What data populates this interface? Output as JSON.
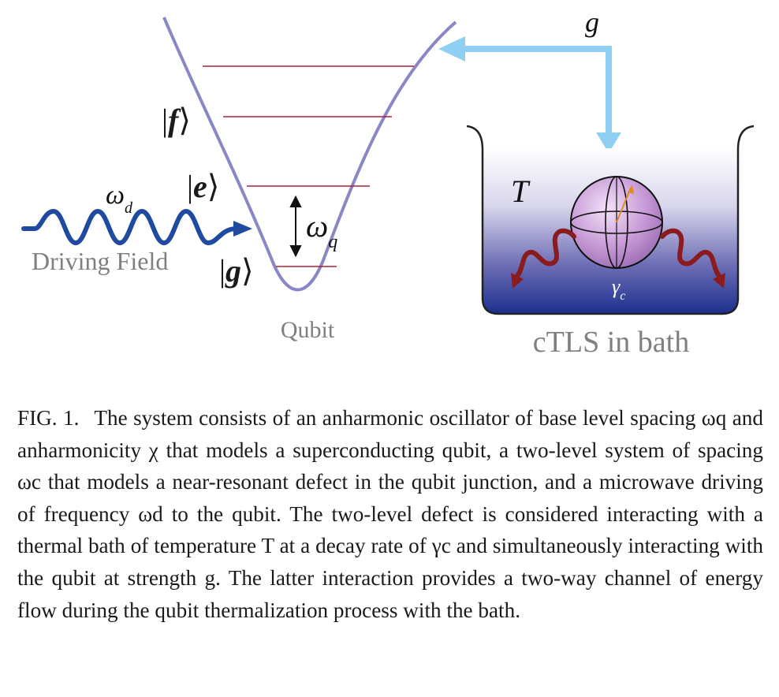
{
  "figure": {
    "qubit": {
      "title": "Qubit",
      "levels": [
        {
          "ket": "f"
        },
        {
          "ket": "e"
        },
        {
          "ket": "g"
        }
      ],
      "spacing_symbol": "ω",
      "spacing_subscript": "q"
    },
    "drive": {
      "title": "Driving Field",
      "symbol": "ω",
      "subscript": "d"
    },
    "coupling": {
      "symbol": "g"
    },
    "bath": {
      "title": "cTLS in bath",
      "temperature_symbol": "T",
      "decay_symbol": "γ",
      "decay_subscript": "c"
    },
    "colors": {
      "well": "#8a87c8",
      "level_line": "#a8253a",
      "drive_wave": "#1f4aa0",
      "coupling_arrow": "#8fd0f2",
      "bath_top": "#ffffff",
      "bath_bottom": "#1b2f8e",
      "decay_wave": "#8a1c20",
      "sphere": "#c79ad6"
    }
  },
  "caption": {
    "label": "FIG. 1.",
    "text": "The system consists of an anharmonic oscillator of base level spacing ωq and anharmonicity χ that models a superconducting qubit, a two-level system of spacing ωc that models a near-resonant defect in the qubit junction, and a microwave driving of frequency ωd to the qubit. The two-level defect is considered interacting with a thermal bath of temperature T at a decay rate of γc and simultaneously interacting with the qubit at strength g. The latter interaction provides a two-way channel of energy flow during the qubit thermalization process with the bath."
  }
}
